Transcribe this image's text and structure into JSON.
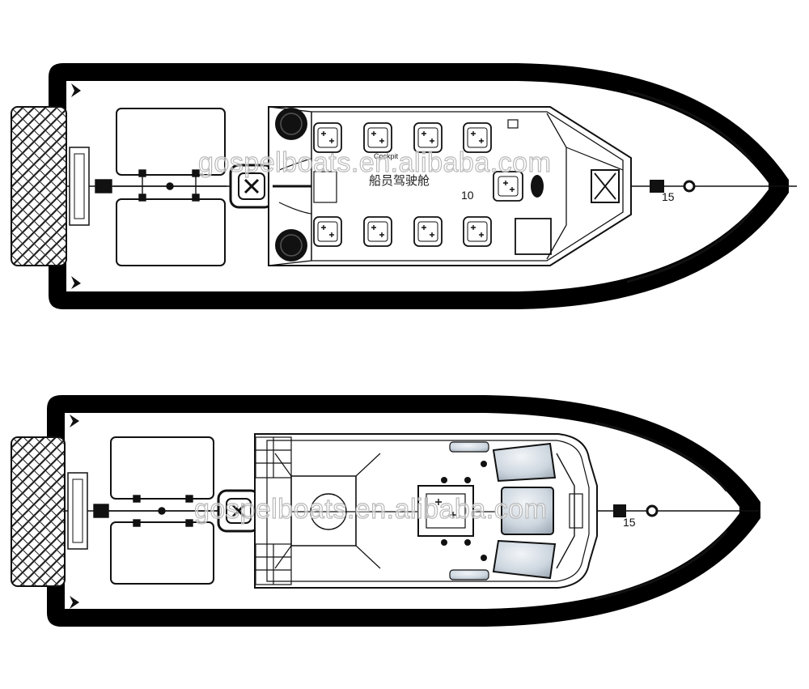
{
  "watermark": "gospelboats.en.alibaba.com",
  "top_plan": {
    "cabin_label_en": "Cockpit",
    "cabin_label_cn": "船员驾驶舱",
    "station_10": "10",
    "station_15": "15"
  },
  "bottom_plan": {
    "station_15": "15"
  },
  "colors": {
    "line": "#111111",
    "fender": "#000000",
    "window_fill": "#c9d3dc",
    "watermark_stroke": "#b9b9b9"
  }
}
